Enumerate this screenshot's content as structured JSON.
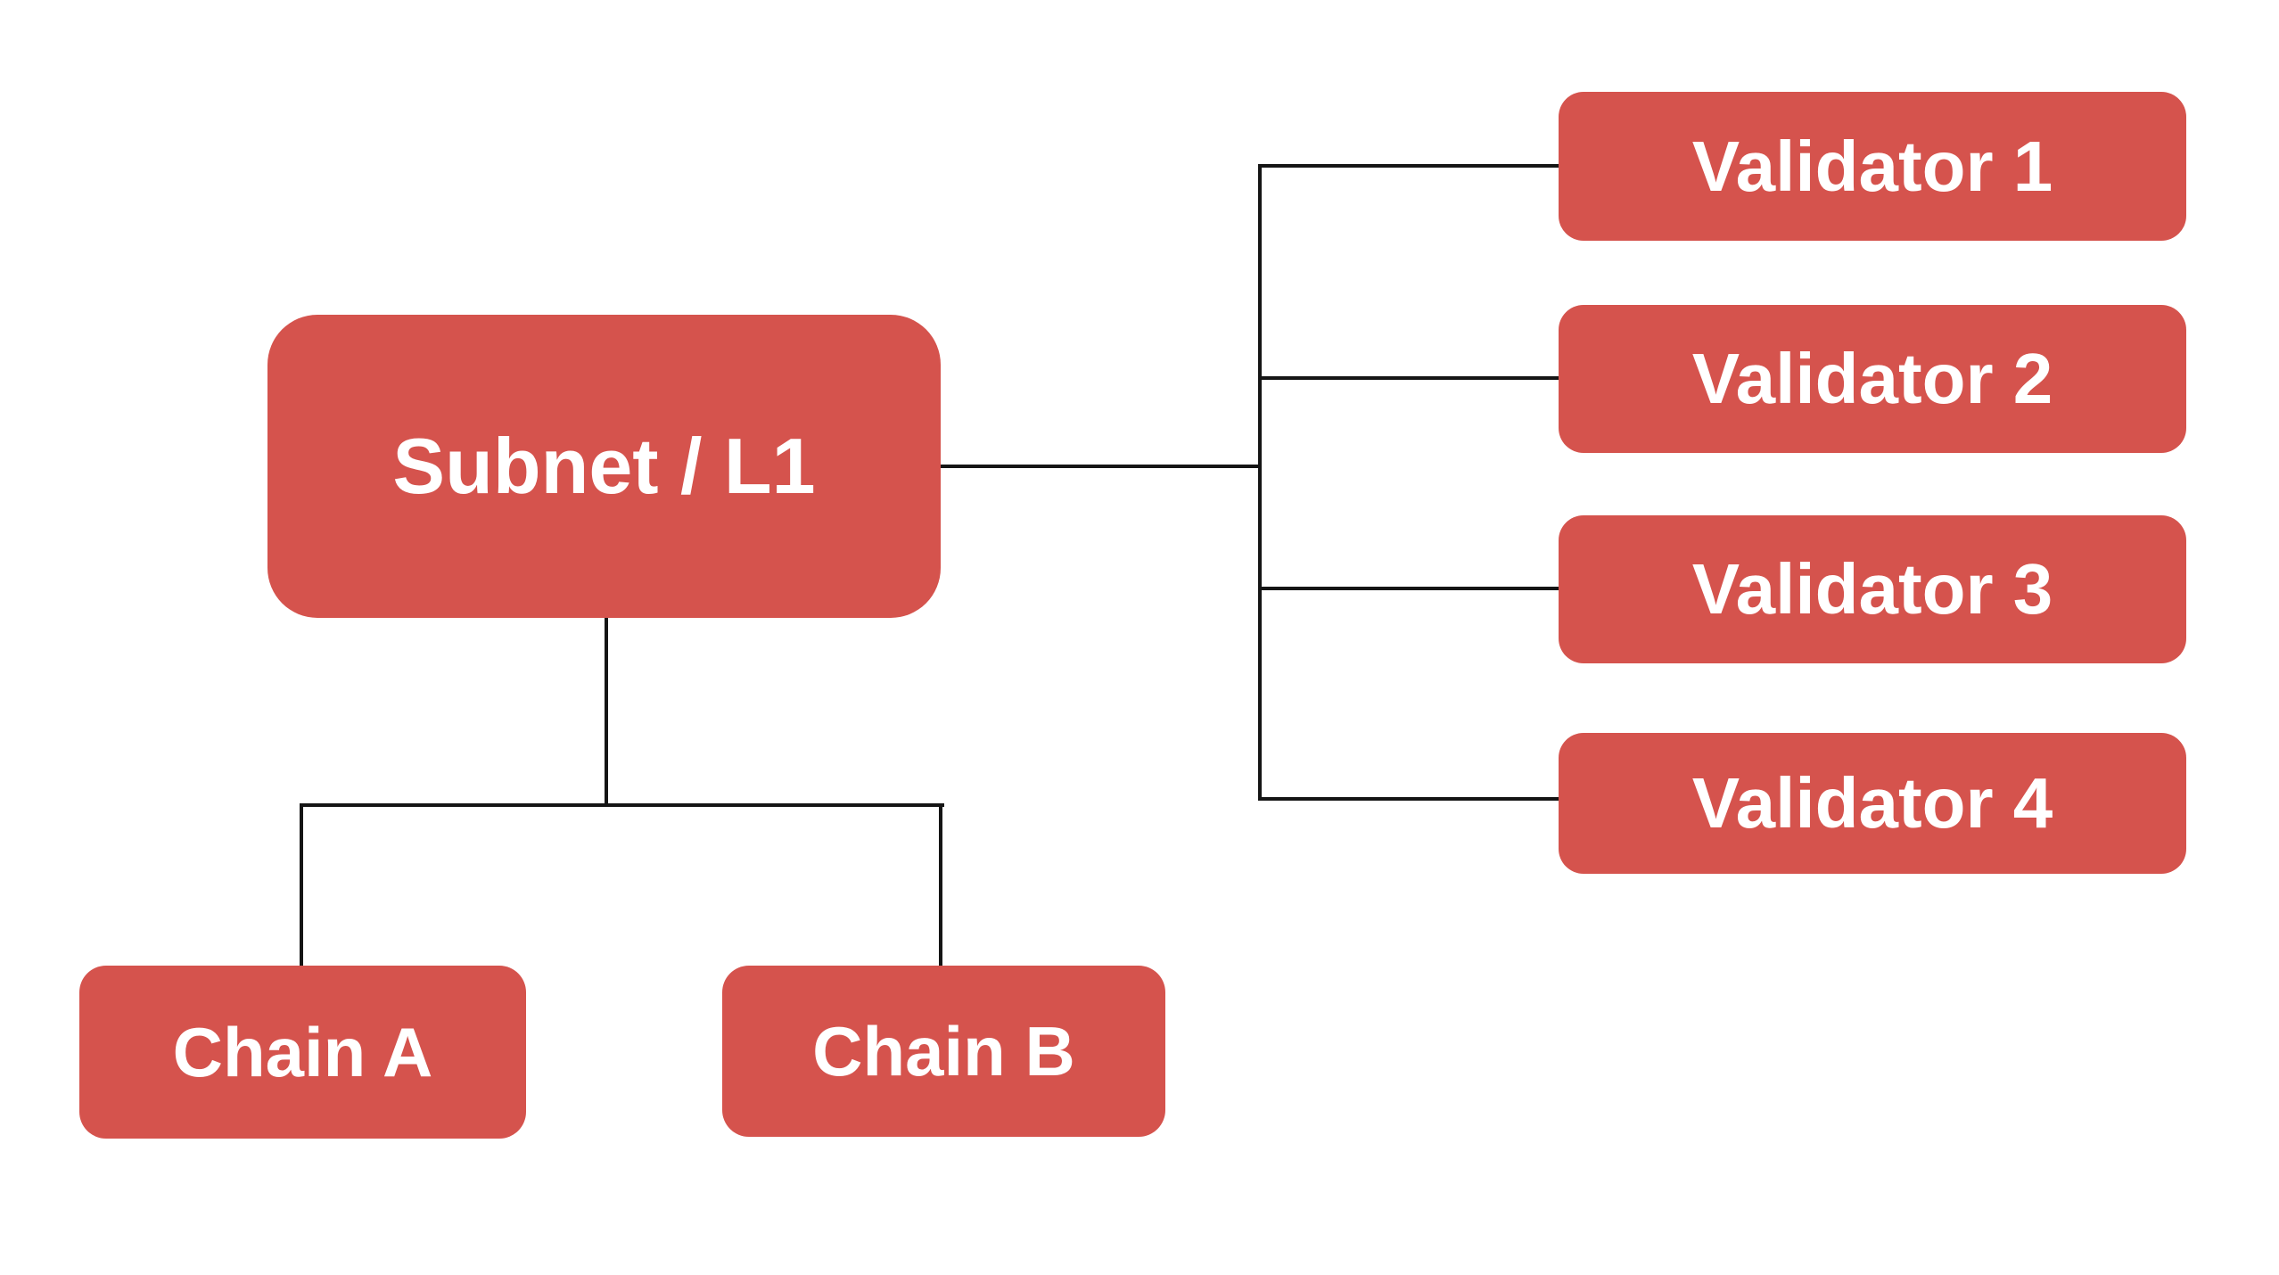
{
  "diagram": {
    "background": "#ffffff",
    "node_style": {
      "fill": "#d5534d",
      "text_color": "#ffffff"
    },
    "connector_color": "#151515",
    "nodes": {
      "subnet": {
        "label": "Subnet / L1"
      },
      "validators": [
        {
          "label": "Validator 1"
        },
        {
          "label": "Validator 2"
        },
        {
          "label": "Validator 3"
        },
        {
          "label": "Validator 4"
        }
      ],
      "chains": [
        {
          "label": "Chain A"
        },
        {
          "label": "Chain B"
        }
      ]
    },
    "edges": [
      {
        "from": "Subnet / L1",
        "to": "Validator 1"
      },
      {
        "from": "Subnet / L1",
        "to": "Validator 2"
      },
      {
        "from": "Subnet / L1",
        "to": "Validator 3"
      },
      {
        "from": "Subnet / L1",
        "to": "Validator 4"
      },
      {
        "from": "Subnet / L1",
        "to": "Chain A"
      },
      {
        "from": "Subnet / L1",
        "to": "Chain B"
      }
    ]
  }
}
